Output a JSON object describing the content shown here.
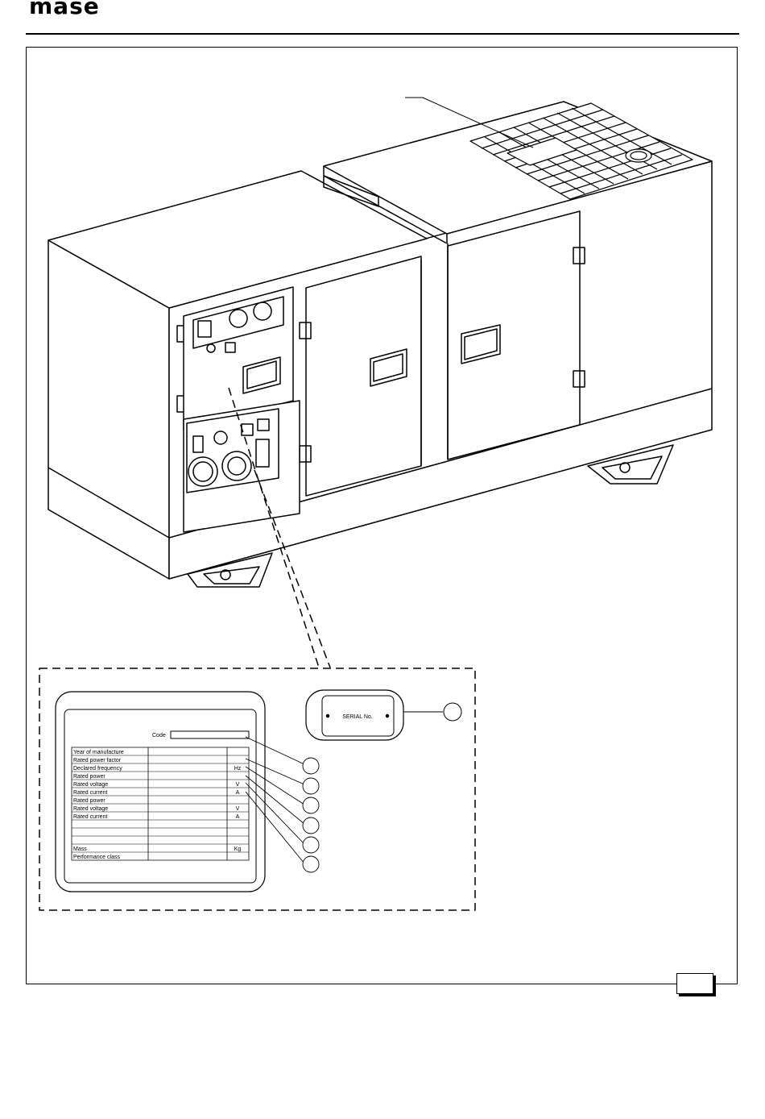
{
  "header": {
    "brand": "mase"
  },
  "nameplate": {
    "code_label": "Code",
    "rows": [
      {
        "label": "Year of manufacture",
        "unit": ""
      },
      {
        "label": "Rated power factor",
        "unit": ""
      },
      {
        "label": "Declared frequency",
        "unit": "Hz"
      },
      {
        "label": "Rated power",
        "unit": ""
      },
      {
        "label": "Rated voltage",
        "unit": "V"
      },
      {
        "label": "Rated current",
        "unit": "A"
      },
      {
        "label": "Rated power",
        "unit": ""
      },
      {
        "label": "Rated voltage",
        "unit": "V"
      },
      {
        "label": "Rated current",
        "unit": "A"
      },
      {
        "label": "",
        "unit": ""
      },
      {
        "label": "",
        "unit": ""
      },
      {
        "label": "",
        "unit": ""
      },
      {
        "label": "Mass",
        "unit": "Kg"
      },
      {
        "label": "Performance class",
        "unit": ""
      }
    ]
  },
  "serial_plate": {
    "label": "SERIAL No."
  }
}
